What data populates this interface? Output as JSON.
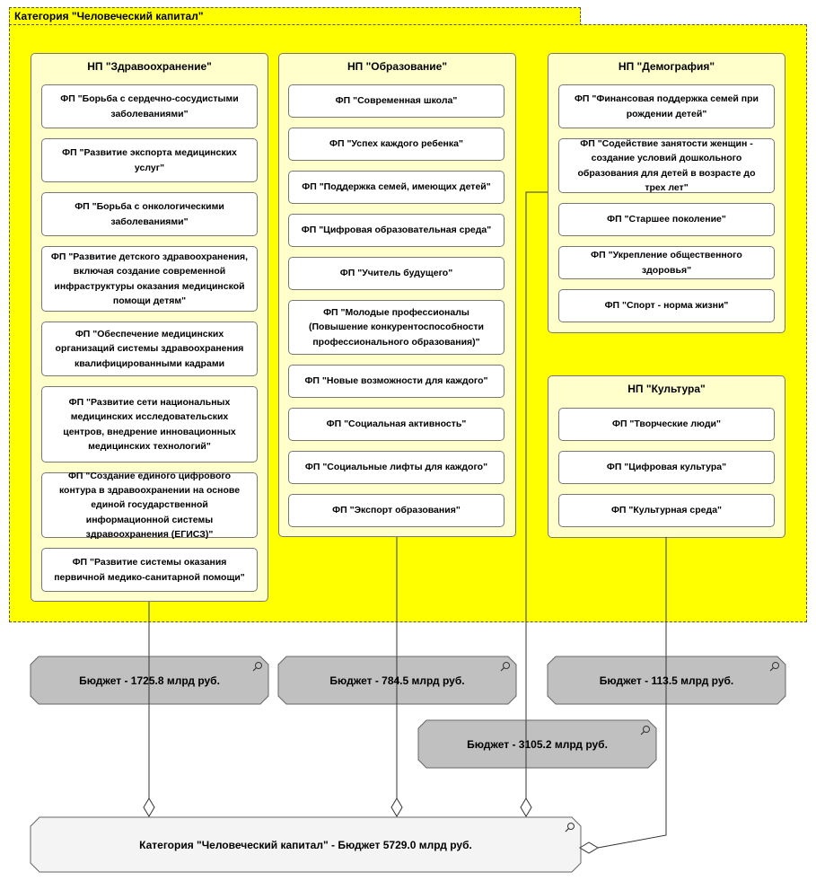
{
  "category": {
    "title": "Категория \"Человеческий капитал\"",
    "summary": "Категория \"Человеческий капитал\" - Бюджет  5729.0 млрд руб."
  },
  "projects": [
    {
      "title": "НП \"Здравоохранение\"",
      "budget": "Бюджет - 1725.8 млрд руб.",
      "items": [
        "ФП \"Борьба с сердечно-сосудистыми заболеваниями\"",
        "ФП \"Развитие экспорта медицинских услуг\"",
        "ФП \"Борьба с онкологическими заболеваниями\"",
        "ФП \"Развитие детского здравоохранения, включая создание современной инфраструктуры оказания медицинской помощи детям\"",
        "ФП \"Обеспечение медицинских организаций системы здравоохранения квалифицированными кадрами",
        "ФП \"Развитие сети национальных медицинских исследовательских центров, внедрение инновационных медицинских технологий\"",
        "ФП \"Создание единого цифрового контура в здравоохранении на основе единой государственной информационной системы здравоохранения (ЕГИСЗ)\"",
        "ФП \"Развитие системы оказания первичной медико-санитарной помощи\""
      ]
    },
    {
      "title": "НП \"Образование\"",
      "budget": "Бюджет - 784.5 млрд руб.",
      "items": [
        "ФП \"Современная школа\"",
        "ФП \"Успех каждого ребенка\"",
        "ФП \"Поддержка семей, имеющих детей\"",
        "ФП \"Цифровая образовательная среда\"",
        "ФП \"Учитель будущего\"",
        "ФП \"Молодые профессионалы (Повышение конкурентоспособности профессионального образования)\"",
        "ФП \"Новые возможности для каждого\"",
        "ФП \"Социальная активность\"",
        "ФП \"Социальные лифты для каждого\"",
        "ФП \"Экспорт образования\""
      ]
    },
    {
      "title": "НП \"Демография\"",
      "budget": "Бюджет - 3105.2  млрд руб.",
      "items": [
        "ФП \"Финансовая поддержка семей при рождении детей\"",
        "ФП \"Содействие занятости женщин - создание условий дошкольного образования для детей в возрасте до трех лет\"",
        "ФП \"Старшее поколение\"",
        "ФП \"Укрепление общественного здоровья\"",
        "ФП \"Спорт - норма жизни\""
      ]
    },
    {
      "title": "НП \"Культура\"",
      "budget": "Бюджет - 113.5  млрд руб.",
      "items": [
        "ФП \"Творческие люди\"",
        "ФП \"Цифровая культура\"",
        "ФП \"Культурная среда\""
      ]
    }
  ],
  "colors": {
    "category_fill": "#ffff00",
    "project_fill": "#ffffcc",
    "item_fill": "#ffffff",
    "budget_fill": "#c0c0c0",
    "summary_fill": "#f4f4f4",
    "border": "#777777"
  }
}
